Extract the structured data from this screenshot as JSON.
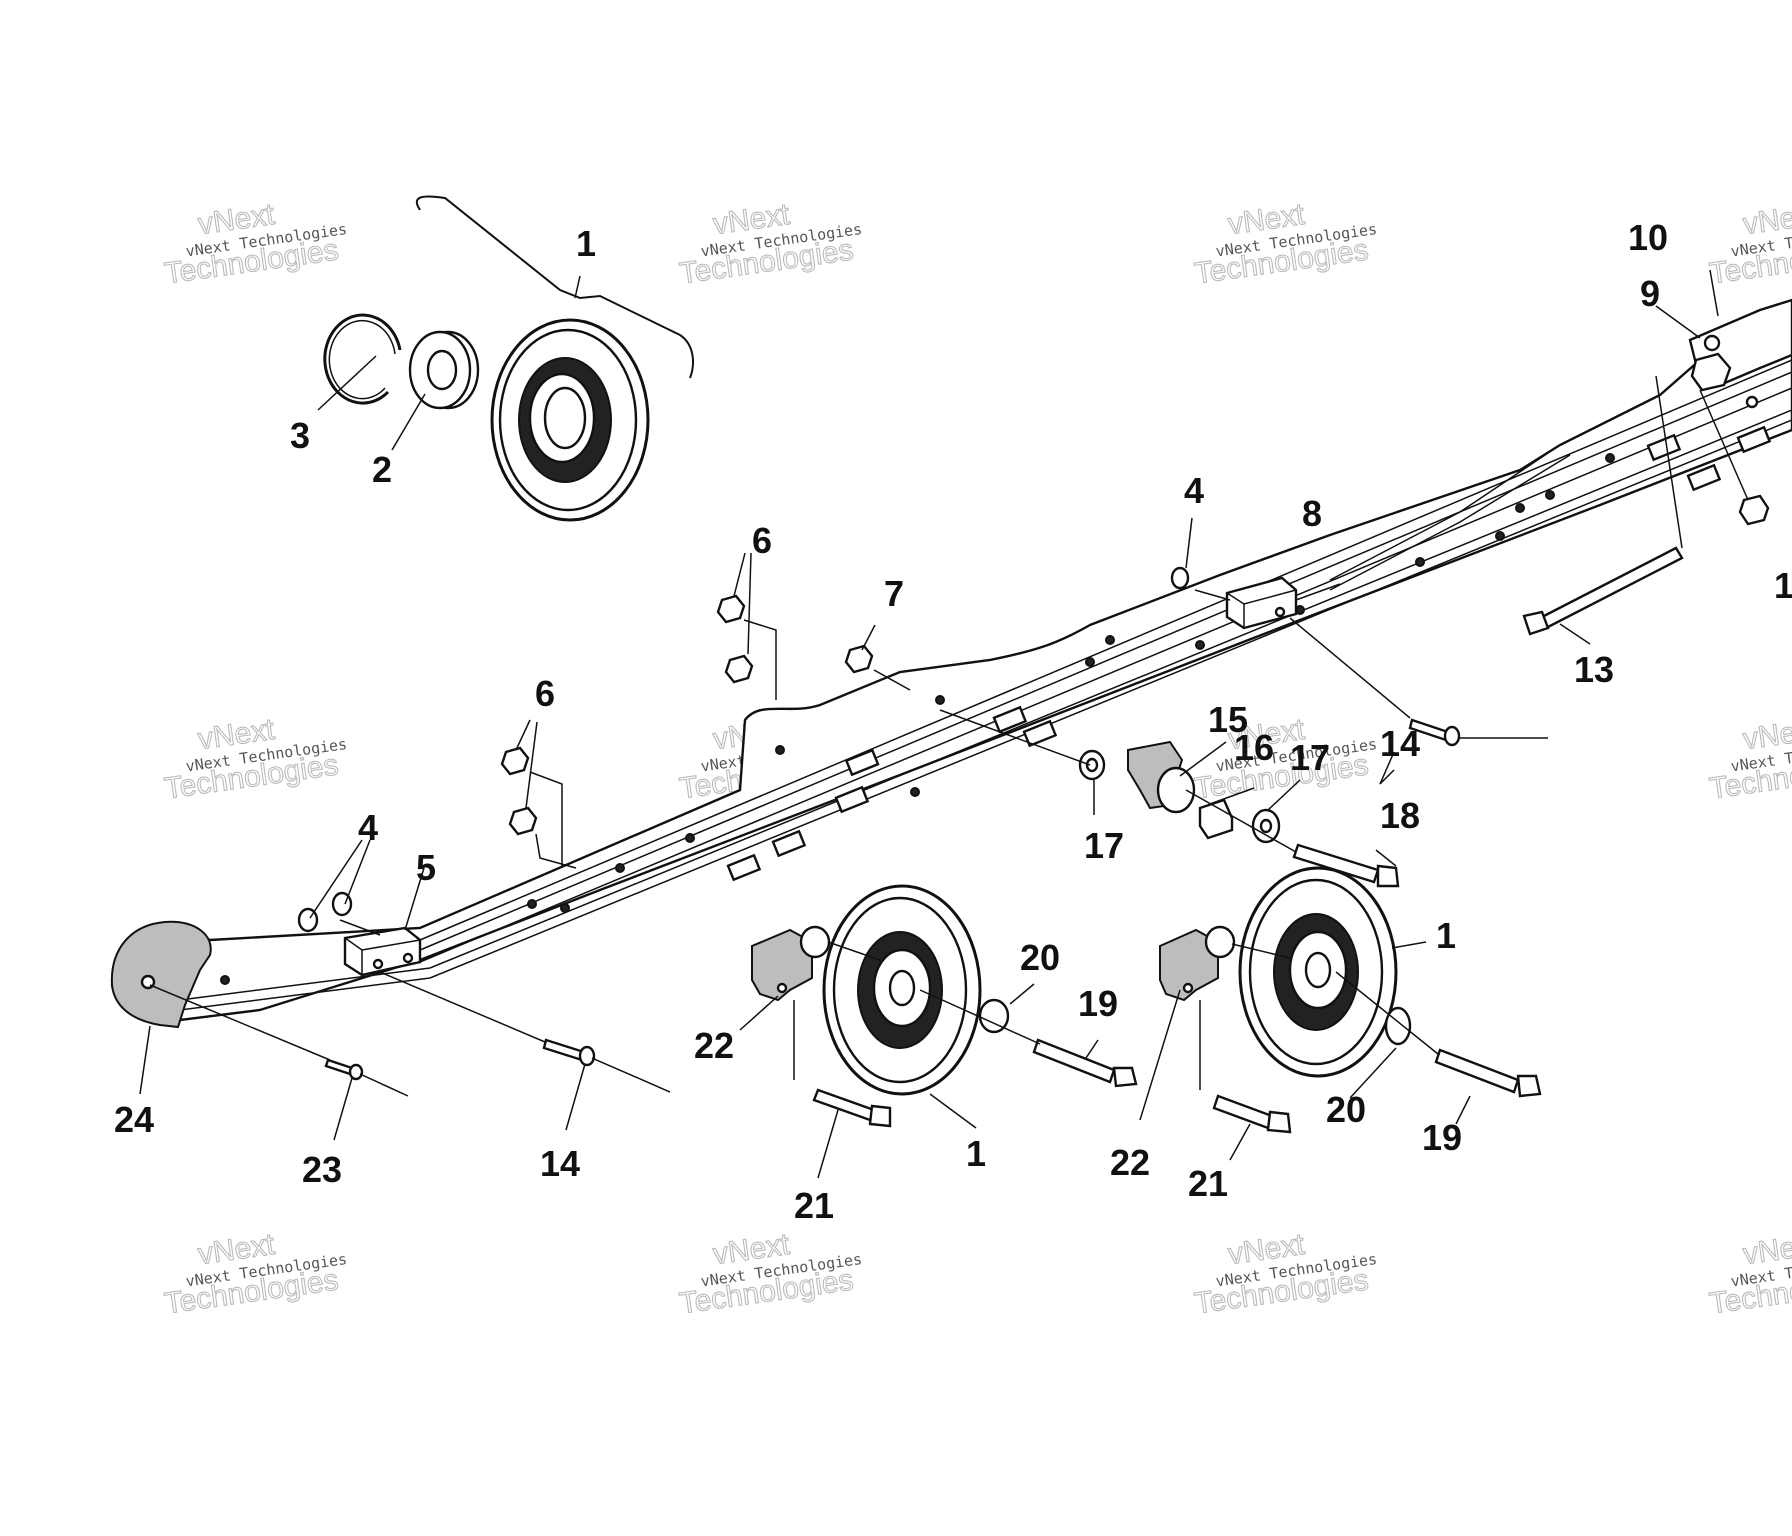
{
  "watermark": {
    "line1": "vNext Technologies",
    "line2a": "vNext",
    "line2b": "Technologies"
  },
  "callouts": {
    "c1_kit": "1",
    "c2": "2",
    "c3": "3",
    "c4_top": "4",
    "c4_left": "4",
    "c5": "5",
    "c6_top": "6",
    "c6_mid": "6",
    "c7": "7",
    "c8": "8",
    "c9": "9",
    "c10": "10",
    "c11_partial": "1",
    "c13": "13",
    "c14_right": "14",
    "c14_left": "14",
    "c15": "15",
    "c16": "16",
    "c17_right": "17",
    "c17_left": "17",
    "c18": "18",
    "c1_right": "1",
    "c20_top": "20",
    "c19_top": "19",
    "c22_left": "22",
    "c22_right": "22",
    "c20_bottom": "20",
    "c19_bottom": "19",
    "c24": "24",
    "c23": "23",
    "c1_bottom": "1",
    "c21_left": "21",
    "c21_right": "21"
  }
}
